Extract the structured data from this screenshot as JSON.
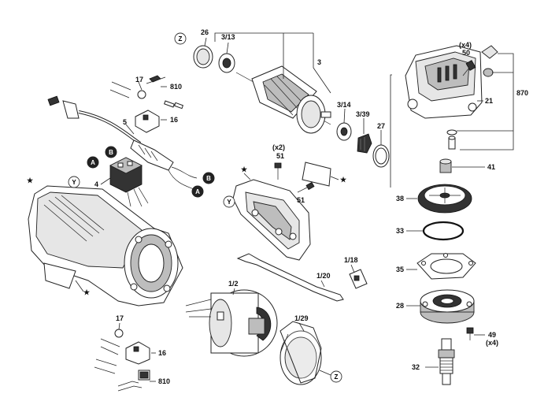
{
  "labels": {
    "p26": "26",
    "p3_13": "3/13",
    "p3": "3",
    "p3_14": "3/14",
    "p3_39": "3/39",
    "p27": "27",
    "x4_top": "(x4)",
    "p50": "50",
    "p870": "870",
    "p21": "21",
    "p41": "41",
    "p17_top": "17",
    "p810_top": "810",
    "p16_top": "16",
    "p5": "5",
    "x2": "(x2)",
    "p51_top": "51",
    "p51_mid": "51",
    "p4": "4",
    "p38": "38",
    "p33": "33",
    "p35": "35",
    "p28": "28",
    "p49": "49",
    "x4_bot": "(x4)",
    "p32": "32",
    "p1_18": "1/18",
    "p1_20": "1/20",
    "p1_2": "1/2",
    "p1_29": "1/29",
    "p17_bot": "17",
    "p16_bot": "16",
    "p810_bot": "810"
  },
  "badges": {
    "z": "Z",
    "y": "Y",
    "a": "A",
    "b": "B",
    "star": "★"
  }
}
